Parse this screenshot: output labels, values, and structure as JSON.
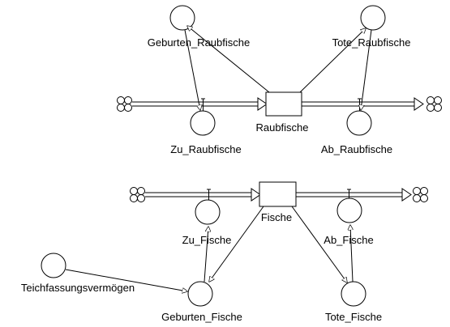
{
  "stocks": {
    "raubfische": "Raubfische",
    "fische": "Fische"
  },
  "flows": {
    "zu_raubfische": "Zu_Raubfische",
    "ab_raubfische": "Ab_Raubfische",
    "zu_fische": "Zu_Fische",
    "ab_fische": "Ab_Fische"
  },
  "auxiliaries": {
    "geburten_raubfische": "Geburten_Raubfische",
    "tote_raubfische": "Tote_Raubfische",
    "geburten_fische": "Geburten_Fische",
    "tote_fische": "Tote_Fische",
    "teichfassungsvermoegen": "Teichfassungsvermögen"
  },
  "colors": {
    "stroke": "#000000",
    "fill": "#ffffff"
  }
}
